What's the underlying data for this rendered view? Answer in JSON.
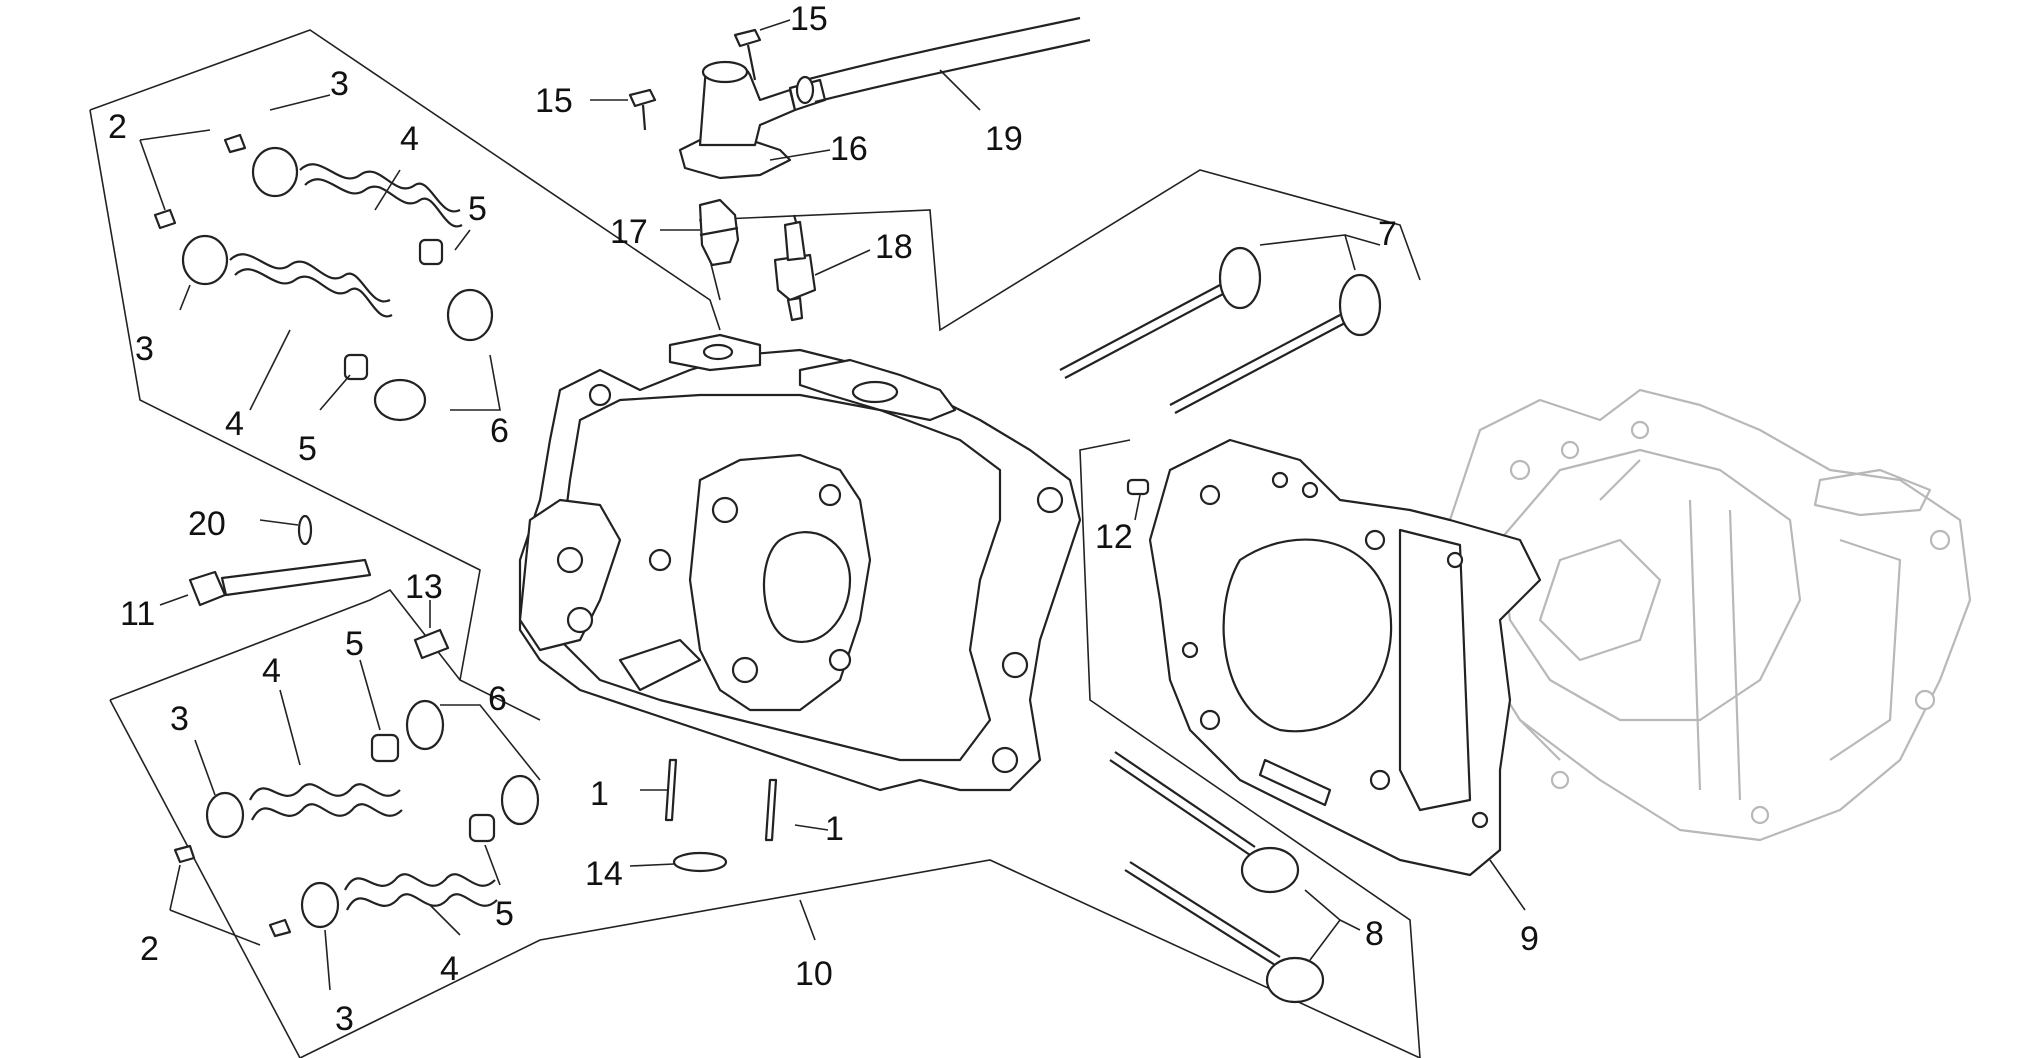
{
  "diagram": {
    "labels": {
      "l1a": "1",
      "l1b": "1",
      "l2a": "2",
      "l2b": "2",
      "l3a": "3",
      "l3b": "3",
      "l3c": "3",
      "l3d": "3",
      "l4a": "4",
      "l4b": "4",
      "l4c": "4",
      "l4d": "4",
      "l5a": "5",
      "l5b": "5",
      "l5c": "5",
      "l5d": "5",
      "l6a": "6",
      "l6b": "6",
      "l7": "7",
      "l8": "8",
      "l9": "9",
      "l10": "10",
      "l11": "11",
      "l12": "12",
      "l13": "13",
      "l14": "14",
      "l15a": "15",
      "l15b": "15",
      "l16": "16",
      "l17": "17",
      "l18": "18",
      "l19": "19",
      "l20": "20"
    }
  }
}
